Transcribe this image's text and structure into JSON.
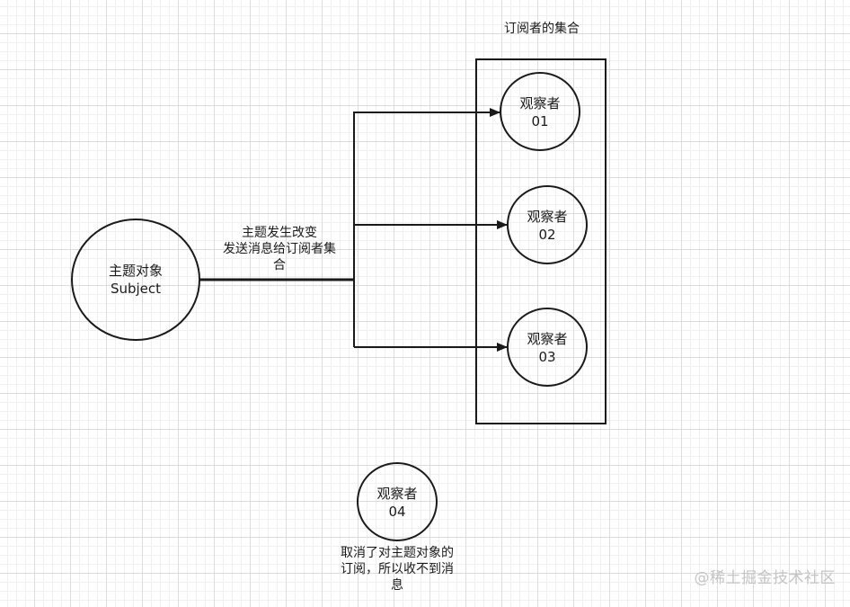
{
  "collection": {
    "title": "订阅者的集合"
  },
  "subject": {
    "line1": "主题对象",
    "line2": "Subject"
  },
  "message": {
    "line1": "主题发生改变",
    "line2": "发送消息给订阅者集",
    "line3": "合"
  },
  "observers": [
    {
      "name": "观察者",
      "id": "01"
    },
    {
      "name": "观察者",
      "id": "02"
    },
    {
      "name": "观察者",
      "id": "03"
    }
  ],
  "detached_observer": {
    "name": "观察者",
    "id": "04"
  },
  "detached_note": {
    "line1": "取消了对主题对象的",
    "line2": "订阅，所以收不到消",
    "line3": "息"
  },
  "watermark": "@稀土掘金技术社区",
  "colors": {
    "stroke": "#1a1a1a",
    "grid": "#dcdcdc",
    "watermark": "#c4c4c4"
  }
}
